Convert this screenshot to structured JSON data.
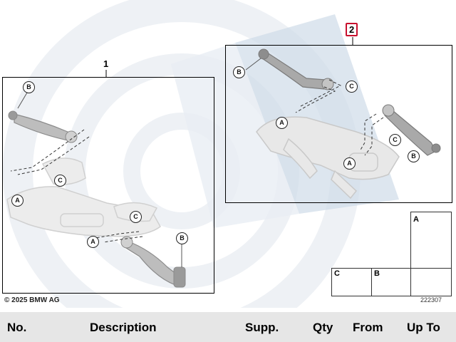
{
  "diagram": {
    "callouts": {
      "part1": "1",
      "part2": "2"
    },
    "markers": {
      "a": "A",
      "b": "B",
      "c": "C"
    },
    "legend": {
      "a": "A",
      "b": "B",
      "c": "C"
    },
    "copyright": "© 2025 BMW AG",
    "diagram_id": "222307"
  },
  "table": {
    "columns": [
      "No.",
      "Description",
      "Supp.",
      "Qty",
      "From",
      "Up To"
    ]
  },
  "colors": {
    "callout_box": "#c8102e",
    "watermark": "#dfe6ef",
    "header_bg": "#e6e6e6"
  }
}
